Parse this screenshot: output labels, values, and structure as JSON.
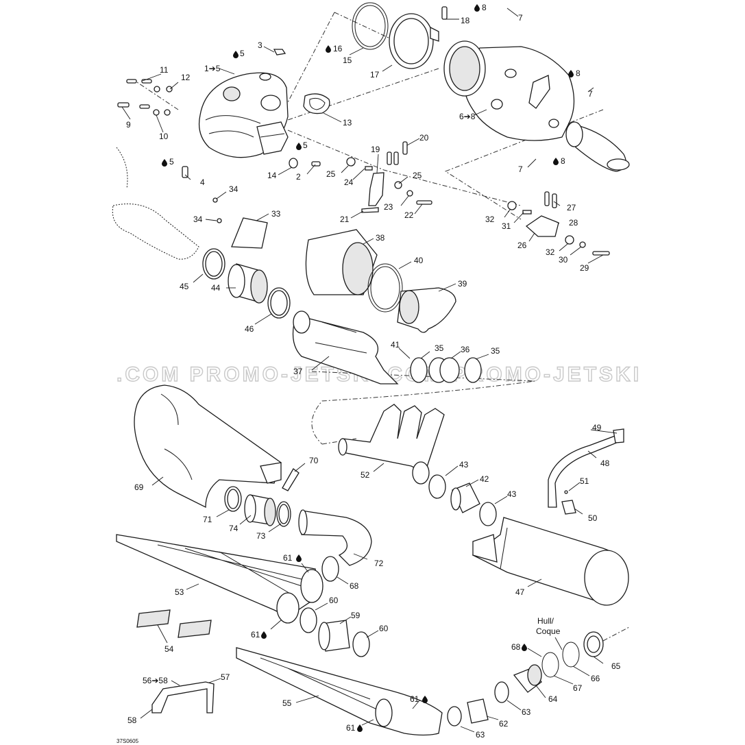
{
  "watermark": ".COM   PROMO-JETSKI.COM   PROMO-JETSKI",
  "drawing_code": "37S0605",
  "hull_note_line1": "Hull/",
  "hull_note_line2": "Coque",
  "callouts": [
    {
      "id": "c1-5",
      "text": "1➔5"
    },
    {
      "id": "c2",
      "text": "2"
    },
    {
      "id": "c3",
      "text": "3"
    },
    {
      "id": "c4",
      "text": "4"
    },
    {
      "id": "c5a",
      "text": "5"
    },
    {
      "id": "c5b",
      "text": "5"
    },
    {
      "id": "c5c",
      "text": "5"
    },
    {
      "id": "c6-8",
      "text": "6➔8"
    },
    {
      "id": "c7a",
      "text": "7"
    },
    {
      "id": "c7b",
      "text": "7"
    },
    {
      "id": "c7c",
      "text": "7"
    },
    {
      "id": "c8a",
      "text": "8"
    },
    {
      "id": "c8b",
      "text": "8"
    },
    {
      "id": "c8c",
      "text": "8"
    },
    {
      "id": "c9",
      "text": "9"
    },
    {
      "id": "c10",
      "text": "10"
    },
    {
      "id": "c11",
      "text": "11"
    },
    {
      "id": "c12",
      "text": "12"
    },
    {
      "id": "c13",
      "text": "13"
    },
    {
      "id": "c14",
      "text": "14"
    },
    {
      "id": "c15",
      "text": "15"
    },
    {
      "id": "c16",
      "text": "16"
    },
    {
      "id": "c17",
      "text": "17"
    },
    {
      "id": "c18",
      "text": "18"
    },
    {
      "id": "c19",
      "text": "19"
    },
    {
      "id": "c20",
      "text": "20"
    },
    {
      "id": "c21",
      "text": "21"
    },
    {
      "id": "c22",
      "text": "22"
    },
    {
      "id": "c23",
      "text": "23"
    },
    {
      "id": "c24",
      "text": "24"
    },
    {
      "id": "c25a",
      "text": "25"
    },
    {
      "id": "c25b",
      "text": "25"
    },
    {
      "id": "c26",
      "text": "26"
    },
    {
      "id": "c27",
      "text": "27"
    },
    {
      "id": "c28",
      "text": "28"
    },
    {
      "id": "c29",
      "text": "29"
    },
    {
      "id": "c30",
      "text": "30"
    },
    {
      "id": "c31",
      "text": "31"
    },
    {
      "id": "c32a",
      "text": "32"
    },
    {
      "id": "c32b",
      "text": "32"
    },
    {
      "id": "c33",
      "text": "33"
    },
    {
      "id": "c34a",
      "text": "34"
    },
    {
      "id": "c34b",
      "text": "34"
    },
    {
      "id": "c35a",
      "text": "35"
    },
    {
      "id": "c35b",
      "text": "35"
    },
    {
      "id": "c36",
      "text": "36"
    },
    {
      "id": "c37",
      "text": "37"
    },
    {
      "id": "c38",
      "text": "38"
    },
    {
      "id": "c39",
      "text": "39"
    },
    {
      "id": "c40",
      "text": "40"
    },
    {
      "id": "c41",
      "text": "41"
    },
    {
      "id": "c42",
      "text": "42"
    },
    {
      "id": "c43a",
      "text": "43"
    },
    {
      "id": "c43b",
      "text": "43"
    },
    {
      "id": "c44",
      "text": "44"
    },
    {
      "id": "c45",
      "text": "45"
    },
    {
      "id": "c46",
      "text": "46"
    },
    {
      "id": "c47",
      "text": "47"
    },
    {
      "id": "c48",
      "text": "48"
    },
    {
      "id": "c49",
      "text": "49"
    },
    {
      "id": "c50",
      "text": "50"
    },
    {
      "id": "c51",
      "text": "51"
    },
    {
      "id": "c52",
      "text": "52"
    },
    {
      "id": "c53",
      "text": "53"
    },
    {
      "id": "c54",
      "text": "54"
    },
    {
      "id": "c55",
      "text": "55"
    },
    {
      "id": "c56-58",
      "text": "56➔58"
    },
    {
      "id": "c57",
      "text": "57"
    },
    {
      "id": "c58",
      "text": "58"
    },
    {
      "id": "c59",
      "text": "59"
    },
    {
      "id": "c60a",
      "text": "60"
    },
    {
      "id": "c60b",
      "text": "60"
    },
    {
      "id": "c61a",
      "text": "61"
    },
    {
      "id": "c61b",
      "text": "61"
    },
    {
      "id": "c61c",
      "text": "61"
    },
    {
      "id": "c61d",
      "text": "61"
    },
    {
      "id": "c62",
      "text": "62"
    },
    {
      "id": "c63a",
      "text": "63"
    },
    {
      "id": "c63b",
      "text": "63"
    },
    {
      "id": "c64",
      "text": "64"
    },
    {
      "id": "c65",
      "text": "65"
    },
    {
      "id": "c66",
      "text": "66"
    },
    {
      "id": "c67",
      "text": "67"
    },
    {
      "id": "c68a",
      "text": "68"
    },
    {
      "id": "c68b",
      "text": "68"
    },
    {
      "id": "c69",
      "text": "69"
    },
    {
      "id": "c70",
      "text": "70"
    },
    {
      "id": "c71",
      "text": "71"
    },
    {
      "id": "c72",
      "text": "72"
    },
    {
      "id": "c73",
      "text": "73"
    },
    {
      "id": "c74",
      "text": "74"
    }
  ]
}
